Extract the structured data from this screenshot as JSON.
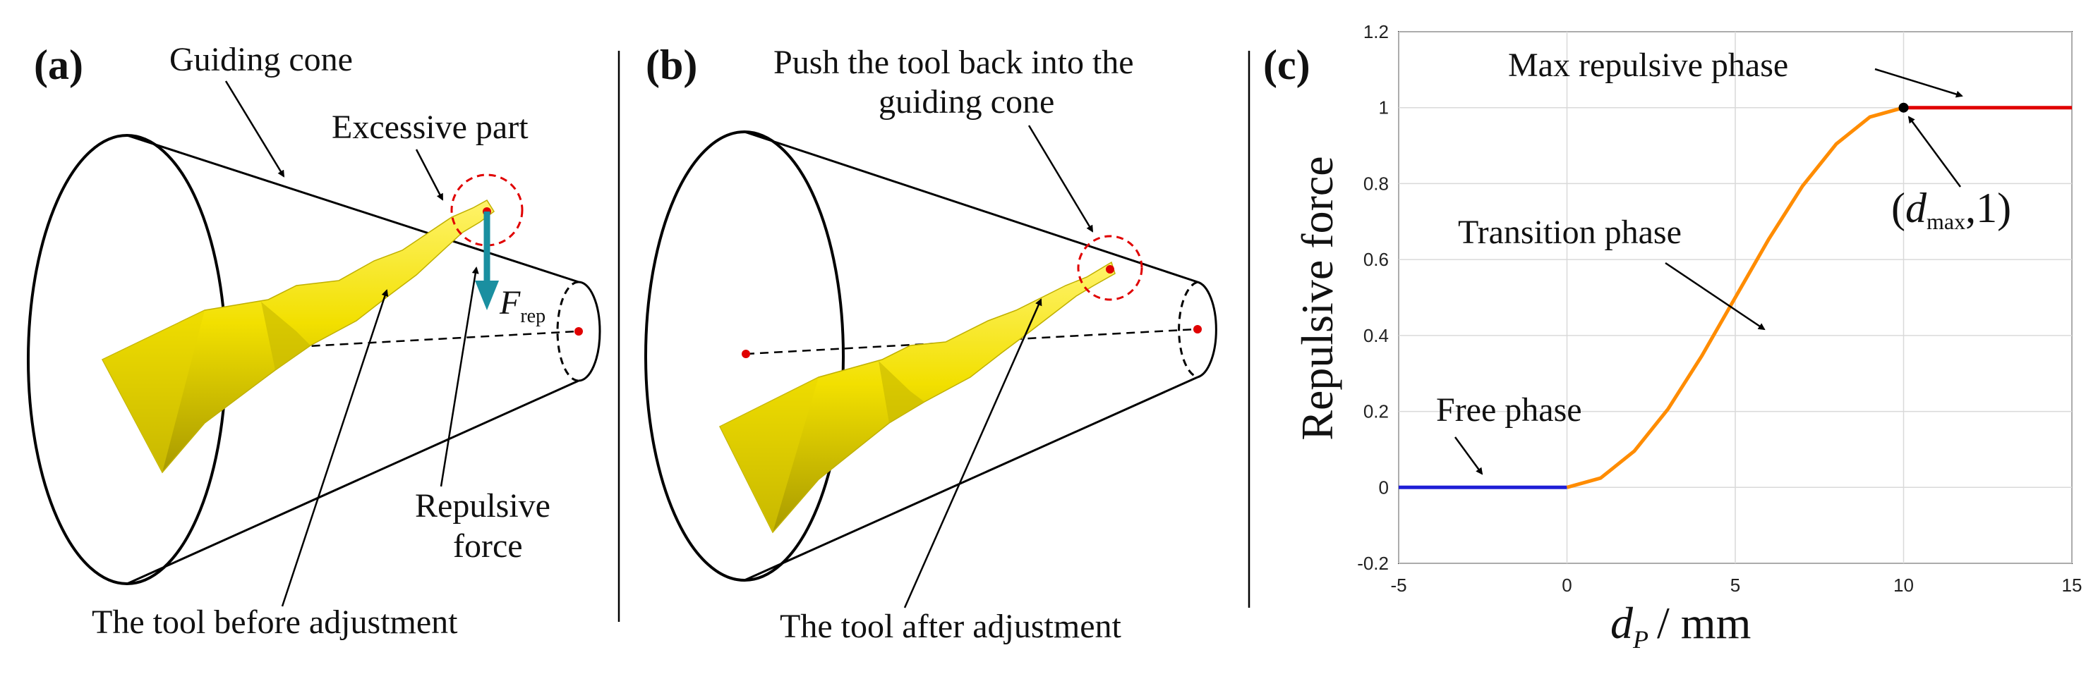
{
  "panels": {
    "a": {
      "label": "(a)",
      "guiding_cone": "Guiding cone",
      "excessive_part": "Excessive part",
      "force_symbol": "F",
      "force_subscript": "rep",
      "repulsive_line1": "Repulsive",
      "repulsive_line2": "force",
      "tool_caption": "The tool before adjustment"
    },
    "b": {
      "label": "(b)",
      "push_line1": "Push the tool back into the",
      "push_line2": "guiding cone",
      "tool_caption": "The tool after adjustment"
    },
    "c": {
      "label": "(c)",
      "max_phase": "Max repulsive phase",
      "transition_phase": "Transition phase",
      "free_phase": "Free phase",
      "point_d": "d",
      "point_sub": "max",
      "point_rest": ",1"
    }
  },
  "chart_data": {
    "type": "line",
    "xlabel": "d",
    "xlabel_sub": "P",
    "xlabel_unit": "/ mm",
    "ylabel": "Repulsive force",
    "xlim": [
      -5,
      15
    ],
    "ylim": [
      -0.2,
      1.2
    ],
    "xticks": [
      "-5",
      "0",
      "5",
      "10",
      "15"
    ],
    "yticks": [
      "-0.2",
      "0",
      "0.2",
      "0.4",
      "0.6",
      "0.8",
      "1",
      "1.2"
    ],
    "grid": true,
    "d_max": 10,
    "series": [
      {
        "phase": "free",
        "color": "#1f1fd6",
        "x": [
          -5,
          0
        ],
        "y": [
          0,
          0
        ]
      },
      {
        "phase": "transition",
        "color": "#ff8c00",
        "x": [
          0,
          1,
          2,
          3,
          4,
          5,
          6,
          7,
          8,
          9,
          10
        ],
        "y": [
          0,
          0.0245,
          0.0955,
          0.2061,
          0.3455,
          0.5,
          0.6545,
          0.7939,
          0.9045,
          0.9755,
          1
        ]
      },
      {
        "phase": "max",
        "color": "#e00000",
        "x": [
          10,
          15
        ],
        "y": [
          1,
          1
        ]
      }
    ],
    "marker_point": [
      10,
      1
    ]
  }
}
